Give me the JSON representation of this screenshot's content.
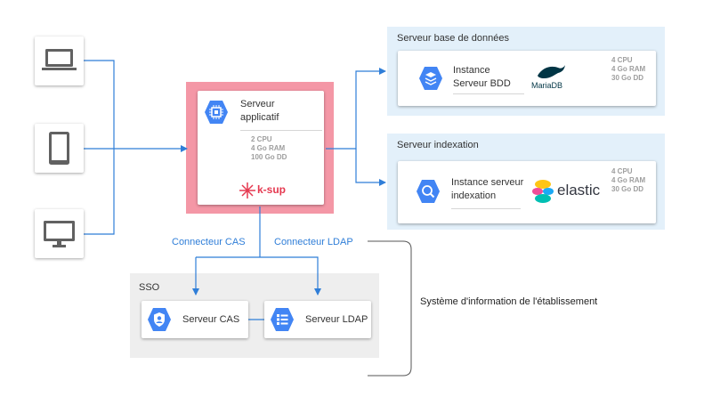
{
  "zones": {
    "db": {
      "title": "Serveur base de données"
    },
    "index": {
      "title": "Serveur indexation"
    },
    "sso": {
      "title": "SSO"
    }
  },
  "app_server": {
    "label_line1": "Serveur",
    "label_line2": "applicatif",
    "specs": [
      "2 CPU",
      "4 Go RAM",
      "100 Go DD"
    ],
    "logo_text": "k-sup"
  },
  "db_instance": {
    "label_line1": "Instance",
    "label_line2": "Serveur BDD",
    "logo_text": "MariaDB",
    "specs": [
      "4 CPU",
      "4 Go RAM",
      "30 Go DD"
    ]
  },
  "index_instance": {
    "label_line1": "Instance serveur",
    "label_line2": "indexation",
    "logo_text": "elastic",
    "specs": [
      "4 CPU",
      "4 Go RAM",
      "30 Go DD"
    ]
  },
  "connectors": {
    "cas": "Connecteur CAS",
    "ldap": "Connecteur LDAP"
  },
  "sso_servers": {
    "cas": "Serveur CAS",
    "ldap": "Serveur LDAP"
  },
  "bracket_label": "Système d'information de l'établissement",
  "devices": [
    "laptop-icon",
    "tablet-icon",
    "monitor-icon"
  ],
  "colors": {
    "accent_blue": "#2f7ed8",
    "app_zone": "#f497a6",
    "db_zone": "#e3f0fa",
    "sso_zone": "#eeeeee",
    "hex_blue": "#4285f4"
  }
}
